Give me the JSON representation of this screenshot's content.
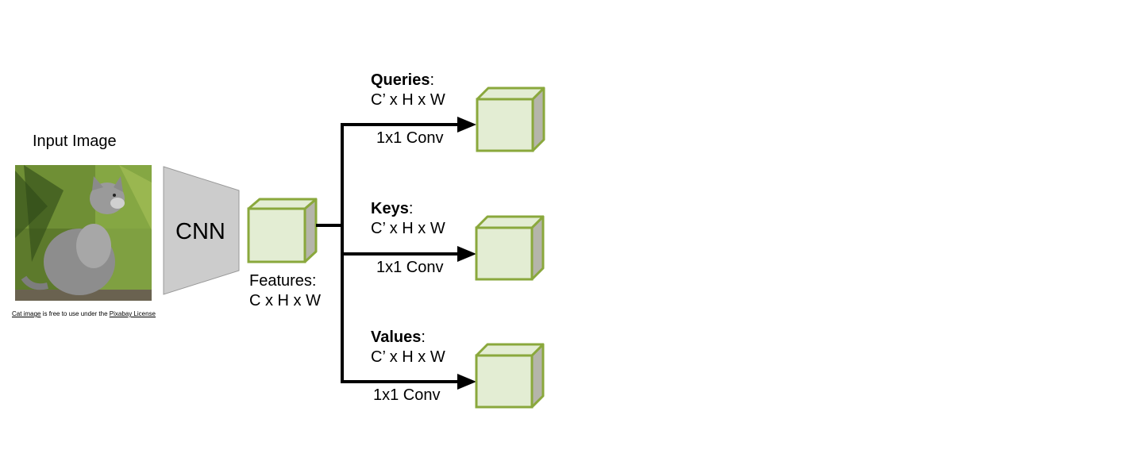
{
  "input_image": {
    "title": "Input Image",
    "subject": "cat-photo"
  },
  "credit": {
    "link1": "Cat image",
    "middle": " is free to use under the ",
    "link2": "Pixabay License"
  },
  "cnn": {
    "label": "CNN"
  },
  "features": {
    "line1": "Features:",
    "line2": "C x H x W"
  },
  "branches": [
    {
      "name": "Queries",
      "shape": "C’ x H x W",
      "op": "1x1 Conv"
    },
    {
      "name": "Keys",
      "shape": "C’ x H x W",
      "op": "1x1 Conv"
    },
    {
      "name": "Values",
      "shape": "C’ x H x W",
      "op": "1x1 Conv"
    }
  ],
  "colors": {
    "cube_face": "#e3edd3",
    "cube_side": "#b5b5aa",
    "cube_edge": "#8aa83c",
    "trapezoid": "#cccccc"
  }
}
